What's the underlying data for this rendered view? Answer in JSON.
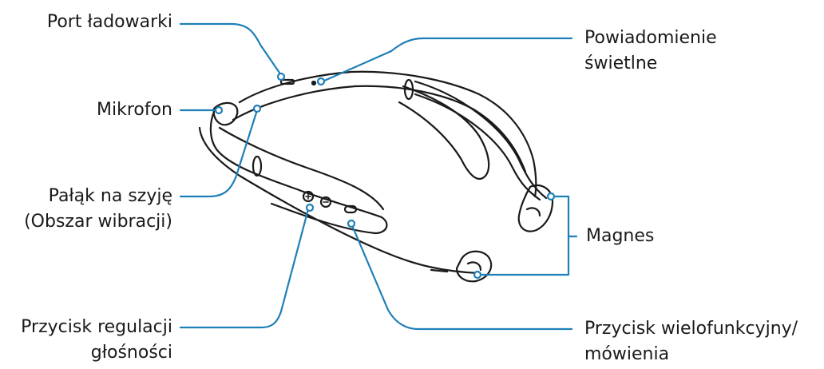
{
  "colors": {
    "leader": "#1f7fb8",
    "outline": "#1a1a1a",
    "body_fill": "#ffffff"
  },
  "labels": {
    "charger_port": "Port ładowarki",
    "microphone": "Mikrofon",
    "neckband_line1": "Pałąk na szyję",
    "neckband_line2": "(Obszar wibracji)",
    "volume_line1": "Przycisk regulacji",
    "volume_line2": "głośności",
    "notification_line1": "Powiadomienie",
    "notification_line2": "świetlne",
    "magnet": "Magnes",
    "multifunction_line1": "Przycisk wielofunkcyjny/",
    "multifunction_line2": "mówienia"
  }
}
